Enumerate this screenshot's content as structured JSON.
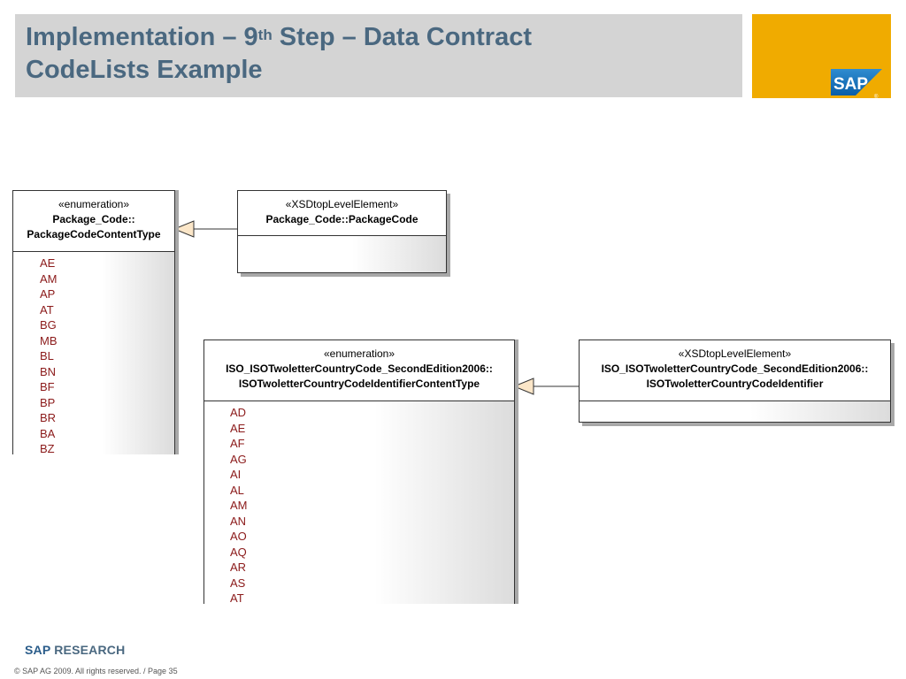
{
  "slide": {
    "title_prefix": "Implementation – 9",
    "title_sup": "th",
    "title_suffix": " Step – Data Contract",
    "title_line2": "CodeLists Example"
  },
  "logo": {
    "text": "SAP",
    "registered": "®"
  },
  "diagram": {
    "box1": {
      "stereotype": "«enumeration»",
      "name_line1": "Package_Code::",
      "name_line2": "PackageCodeContentType",
      "literals": [
        "AE",
        "AM",
        "AP",
        "AT",
        "BG",
        "MB",
        "BL",
        "BN",
        "BF",
        "BP",
        "BR",
        "BA",
        "BZ"
      ]
    },
    "box2": {
      "stereotype": "«XSDtopLevelElement»",
      "name_line1": "Package_Code::PackageCode"
    },
    "box3": {
      "stereotype": "«enumeration»",
      "name_line1": "ISO_ISOTwoletterCountryCode_SecondEdition2006::",
      "name_line2": "ISOTwoletterCountryCodeIdentifierContentType",
      "literals": [
        "AD",
        "AE",
        "AF",
        "AG",
        "AI",
        "AL",
        "AM",
        "AN",
        "AO",
        "AQ",
        "AR",
        "AS",
        "AT"
      ]
    },
    "box4": {
      "stereotype": "«XSDtopLevelElement»",
      "name_line1": "ISO_ISOTwoletterCountryCode_SecondEdition2006::",
      "name_line2": "ISOTwoletterCountryCodeIdentifier"
    }
  },
  "footer": {
    "brand_sap": "SAP",
    "brand_research": " RESEARCH",
    "copyright": "© SAP AG 2009. All rights reserved. / Page 35"
  }
}
